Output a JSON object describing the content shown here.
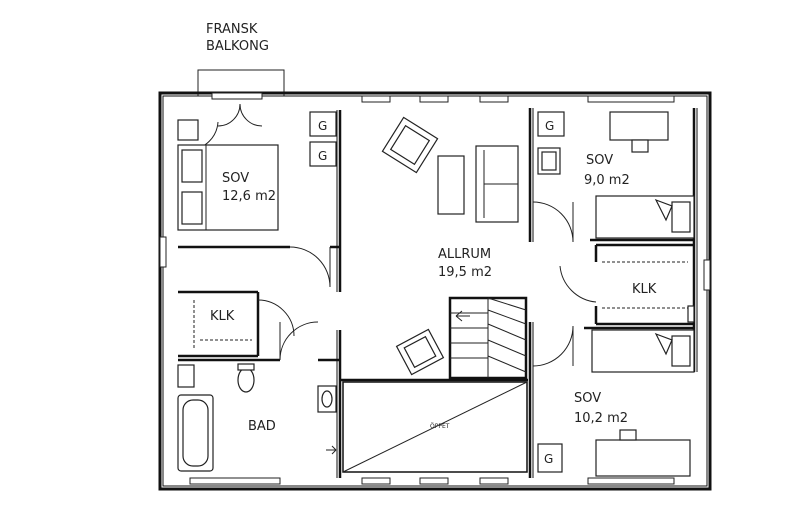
{
  "balcony": {
    "line1": "FRANSK",
    "line2": "BALKONG"
  },
  "rooms": [
    {
      "key": "sov_left",
      "name": "SOV",
      "area": "12,6 m2"
    },
    {
      "key": "allrum",
      "name": "ALLRUM",
      "area": "19,5 m2"
    },
    {
      "key": "sov_top_right",
      "name": "SOV",
      "area": "9,0 m2"
    },
    {
      "key": "sov_bottom_right",
      "name": "SOV",
      "area": "10,2 m2"
    },
    {
      "key": "klk_left",
      "name": "KLK"
    },
    {
      "key": "klk_right",
      "name": "KLK"
    },
    {
      "key": "bad",
      "name": "BAD"
    }
  ],
  "stair_note": "ÖPPET",
  "cabinet_label": "G"
}
